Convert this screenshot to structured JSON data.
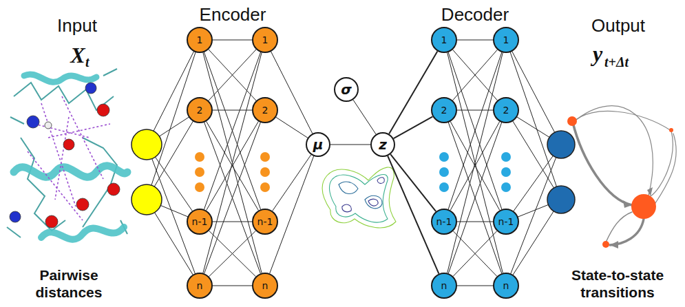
{
  "diagram": {
    "nodes": [
      {
        "text": [
          "1"
        ]
      },
      {
        "text": [
          "2"
        ]
      },
      {
        "text": [
          "n-1"
        ]
      },
      {
        "text": [
          "n"
        ]
      },
      {
        "text": [
          "1"
        ]
      },
      {
        "text": [
          "2"
        ]
      },
      {
        "text": [
          "n-1"
        ]
      },
      {
        "text": [
          "n"
        ]
      },
      {
        "text": [
          "μ"
        ]
      },
      {
        "text": [
          "σ"
        ]
      },
      {
        "text": [
          "z"
        ]
      },
      {
        "text": [
          "1"
        ]
      },
      {
        "text": [
          "2"
        ]
      },
      {
        "text": [
          "n-1"
        ]
      },
      {
        "text": [
          "n"
        ]
      },
      {
        "text": [
          "1"
        ]
      },
      {
        "text": [
          "2"
        ]
      },
      {
        "text": [
          "n-1"
        ]
      },
      {
        "text": [
          "n"
        ]
      }
    ],
    "edges": [
      {
        "from": 0,
        "to": 4,
        "arrow": "none"
      },
      {
        "from": 0,
        "to": 5,
        "arrow": "none"
      },
      {
        "from": 0,
        "to": 6,
        "arrow": "none"
      },
      {
        "from": 0,
        "to": 7,
        "arrow": "none"
      },
      {
        "from": 1,
        "to": 4,
        "arrow": "none"
      },
      {
        "from": 1,
        "to": 5,
        "arrow": "none"
      },
      {
        "from": 1,
        "to": 6,
        "arrow": "none"
      },
      {
        "from": 1,
        "to": 7,
        "arrow": "none"
      },
      {
        "from": 2,
        "to": 4,
        "arrow": "none"
      },
      {
        "from": 2,
        "to": 5,
        "arrow": "none"
      },
      {
        "from": 2,
        "to": 6,
        "arrow": "none"
      },
      {
        "from": 2,
        "to": 7,
        "arrow": "none"
      },
      {
        "from": 3,
        "to": 4,
        "arrow": "none"
      },
      {
        "from": 3,
        "to": 5,
        "arrow": "none"
      },
      {
        "from": 3,
        "to": 6,
        "arrow": "none"
      },
      {
        "from": 3,
        "to": 7,
        "arrow": "none"
      },
      {
        "from": 4,
        "to": 8,
        "arrow": "none"
      },
      {
        "from": 5,
        "to": 8,
        "arrow": "none"
      },
      {
        "from": 6,
        "to": 8,
        "arrow": "none"
      },
      {
        "from": 7,
        "to": 8,
        "arrow": "none"
      },
      {
        "from": 8,
        "to": 10,
        "arrow": "none"
      },
      {
        "from": 9,
        "to": 10,
        "arrow": "none"
      },
      {
        "from": 10,
        "to": 11,
        "arrow": "none"
      },
      {
        "from": 10,
        "to": 12,
        "arrow": "none"
      },
      {
        "from": 10,
        "to": 13,
        "arrow": "none"
      },
      {
        "from": 10,
        "to": 14,
        "arrow": "none"
      },
      {
        "from": 11,
        "to": 15,
        "arrow": "none"
      },
      {
        "from": 11,
        "to": 16,
        "arrow": "none"
      },
      {
        "from": 11,
        "to": 17,
        "arrow": "none"
      },
      {
        "from": 11,
        "to": 18,
        "arrow": "none"
      },
      {
        "from": 12,
        "to": 15,
        "arrow": "none"
      },
      {
        "from": 12,
        "to": 16,
        "arrow": "none"
      },
      {
        "from": 12,
        "to": 17,
        "arrow": "none"
      },
      {
        "from": 12,
        "to": 18,
        "arrow": "none"
      },
      {
        "from": 13,
        "to": 15,
        "arrow": "none"
      },
      {
        "from": 13,
        "to": 16,
        "arrow": "none"
      },
      {
        "from": 13,
        "to": 17,
        "arrow": "none"
      },
      {
        "from": 13,
        "to": 18,
        "arrow": "none"
      },
      {
        "from": 14,
        "to": 15,
        "arrow": "none"
      },
      {
        "from": 14,
        "to": 16,
        "arrow": "none"
      },
      {
        "from": 14,
        "to": 17,
        "arrow": "none"
      },
      {
        "from": 14,
        "to": 18,
        "arrow": "none"
      }
    ],
    "labels": [
      "Input",
      "X",
      "t",
      "Pairwise distances",
      "Encoder",
      "Decoder",
      "Output",
      "y",
      "t+Δt",
      "State-to-state transitions"
    ]
  }
}
